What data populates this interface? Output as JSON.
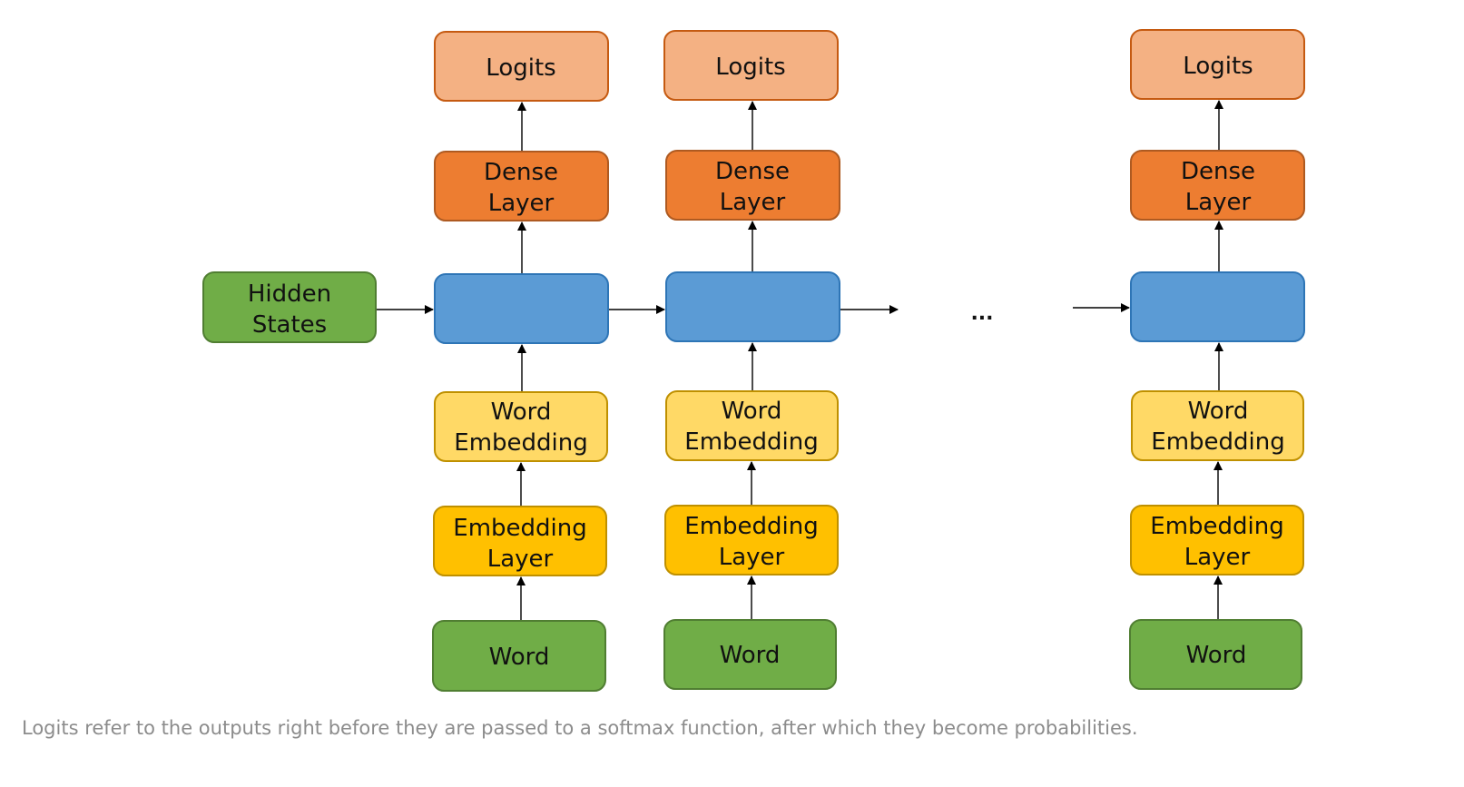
{
  "nodes": {
    "logits": "Logits",
    "dense_layer": [
      "Dense",
      "Layer"
    ],
    "word_embedding": [
      "Word",
      "Embedding"
    ],
    "embedding_layer": [
      "Embedding",
      "Layer"
    ],
    "word": "Word",
    "hidden_states": [
      "Hidden",
      "States"
    ]
  },
  "ellipsis": "...",
  "caption": "Logits refer to the outputs right before they are passed to a softmax function, after which they become probabilities.",
  "colors": {
    "logits": "#f4b183",
    "dense_layer": "#ed7d31",
    "recurrent_cell": "#5b9bd5",
    "word_embedding": "#ffd966",
    "embedding_layer": "#ffc000",
    "word_and_hidden_states": "#70ad47"
  }
}
